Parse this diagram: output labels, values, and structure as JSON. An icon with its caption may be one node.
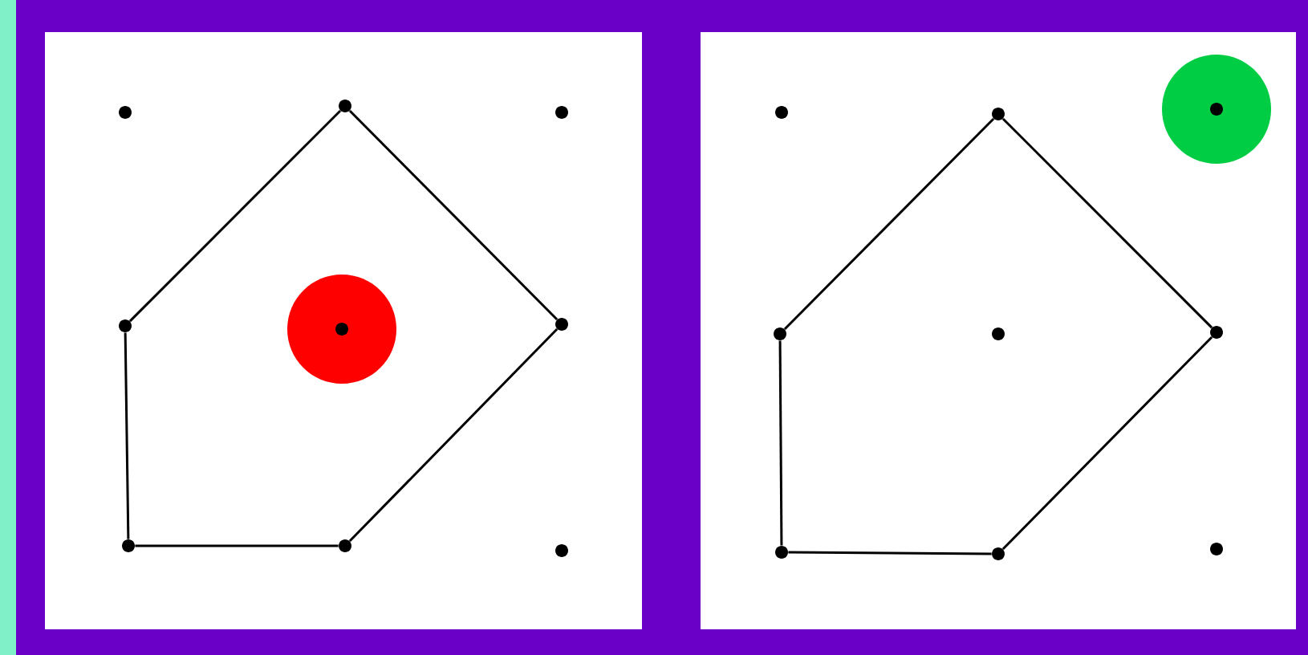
{
  "diagram": {
    "nodes": [
      {
        "text": [],
        "shape": "box"
      },
      {
        "text": [],
        "shape": "circle",
        "in": 0
      },
      {
        "text": [],
        "shape": "circle",
        "in": 0
      },
      {
        "text": [],
        "shape": "circle",
        "in": 0
      },
      {
        "text": [],
        "shape": "circle",
        "in": 0
      },
      {
        "text": [],
        "shape": "circle",
        "in": 0
      },
      {
        "text": [],
        "shape": "circle",
        "in": 0
      },
      {
        "text": [],
        "shape": "circle",
        "in": 0
      },
      {
        "text": [],
        "shape": "circle",
        "in": 0
      },
      {
        "text": [],
        "shape": "circle",
        "in": 0
      },
      {
        "text": [],
        "shape": "box"
      },
      {
        "text": [],
        "shape": "circle",
        "in": 10
      },
      {
        "text": [],
        "shape": "circle",
        "in": 10
      },
      {
        "text": [],
        "shape": "circle",
        "in": 10
      },
      {
        "text": [],
        "shape": "circle",
        "in": 10
      },
      {
        "text": [],
        "shape": "circle",
        "in": 10
      },
      {
        "text": [],
        "shape": "circle",
        "in": 10
      },
      {
        "text": [],
        "shape": "circle",
        "in": 10
      },
      {
        "text": [],
        "shape": "circle",
        "in": 10
      },
      {
        "text": [],
        "shape": "circle",
        "in": 10
      }
    ],
    "edges": [
      {
        "from": 2,
        "to": 6,
        "arrow": "none"
      },
      {
        "from": 6,
        "to": 8,
        "arrow": "none"
      },
      {
        "from": 8,
        "to": 7,
        "arrow": "none"
      },
      {
        "from": 7,
        "to": 4,
        "arrow": "none"
      },
      {
        "from": 4,
        "to": 2,
        "arrow": "none"
      },
      {
        "from": 12,
        "to": 16,
        "arrow": "none"
      },
      {
        "from": 16,
        "to": 18,
        "arrow": "none"
      },
      {
        "from": 18,
        "to": 17,
        "arrow": "none"
      },
      {
        "from": 17,
        "to": 14,
        "arrow": "none"
      },
      {
        "from": 14,
        "to": 12,
        "arrow": "none"
      }
    ]
  }
}
